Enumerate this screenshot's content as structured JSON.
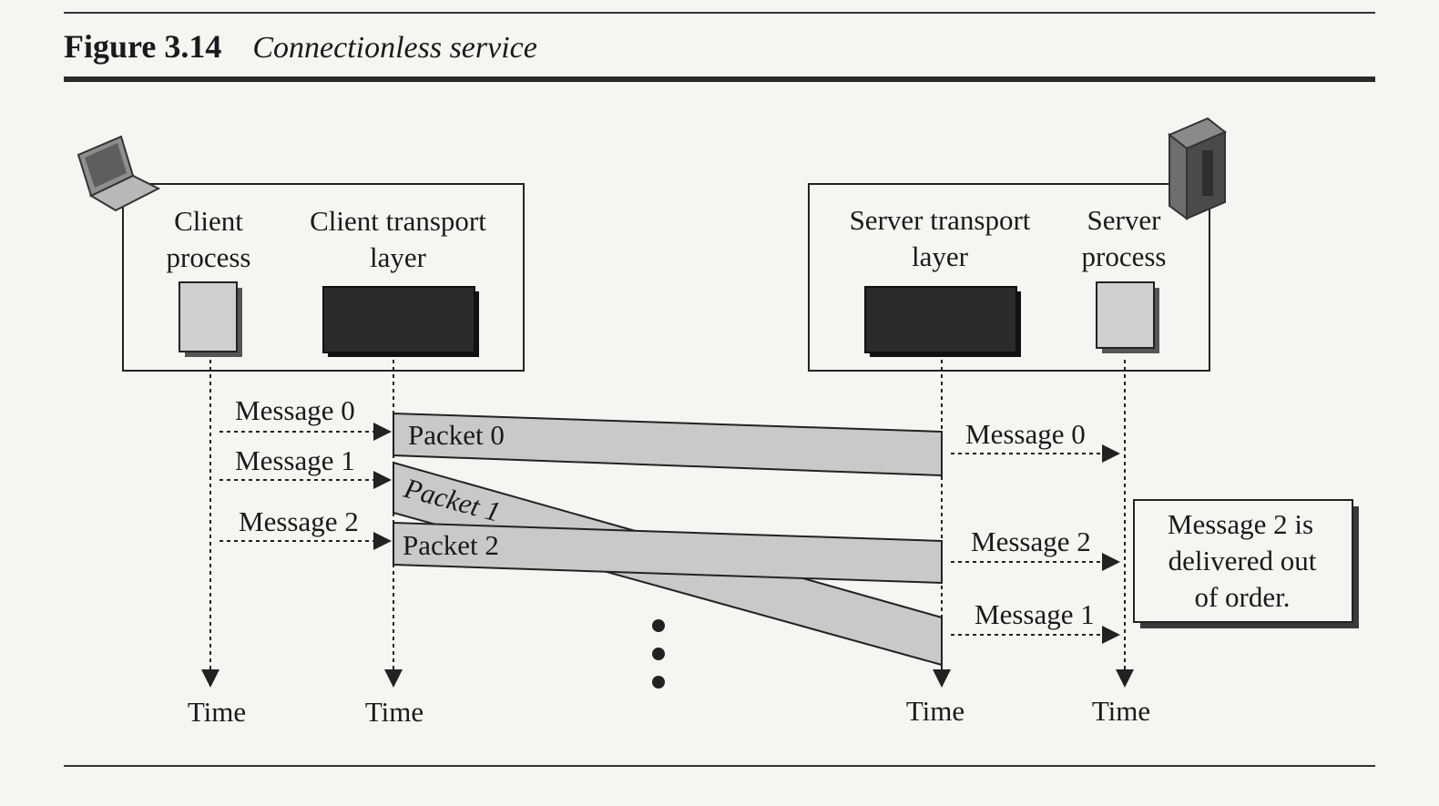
{
  "figure": {
    "label": "Figure 3.14",
    "title": "Connectionless service"
  },
  "client": {
    "process_label_line1": "Client",
    "process_label_line2": "process",
    "transport_label_line1": "Client transport",
    "transport_label_line2": "layer",
    "icon": "laptop-icon"
  },
  "server": {
    "transport_label_line1": "Server transport",
    "transport_label_line2": "layer",
    "process_label_line1": "Server",
    "process_label_line2": "process",
    "icon": "server-tower-icon"
  },
  "sent_messages": [
    "Message 0",
    "Message 1",
    "Message 2"
  ],
  "packets": [
    "Packet 0",
    "Packet 1",
    "Packet 2"
  ],
  "delivered_messages": [
    "Message 0",
    "Message 2",
    "Message 1"
  ],
  "time_labels": [
    "Time",
    "Time",
    "Time",
    "Time"
  ],
  "note": {
    "line1": "Message 2 is",
    "line2": "delivered out",
    "line3": "of order."
  },
  "colors": {
    "packet_fill": "#c9c9c9",
    "transport_block": "#2b2b2b",
    "process_block": "#cfcfcf"
  }
}
